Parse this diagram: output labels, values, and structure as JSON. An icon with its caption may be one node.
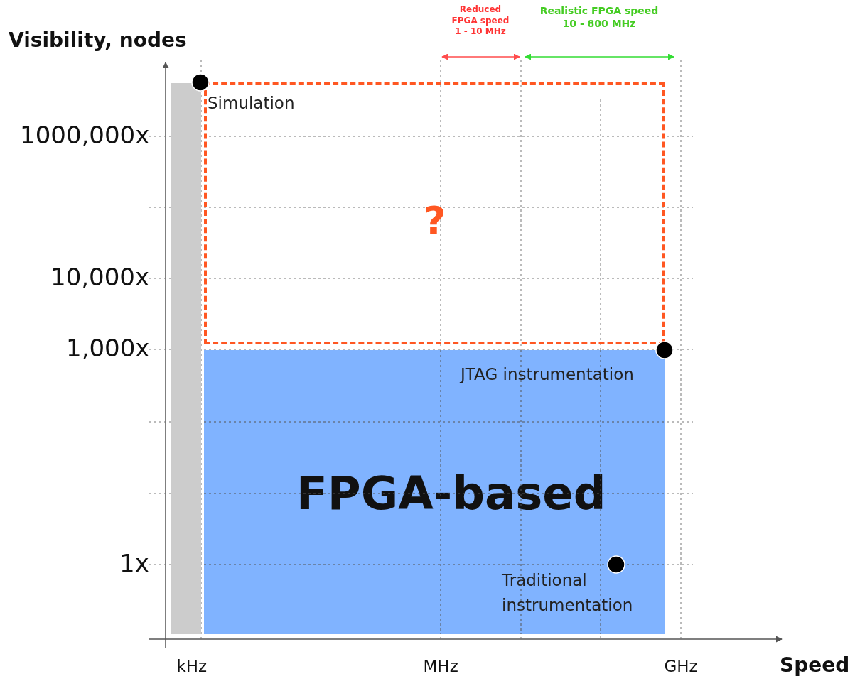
{
  "diagram": {
    "nodes": [
      {
        "text": [],
        "shape": "bar"
      },
      {
        "text": [
          "?"
        ]
      },
      {
        "text": [
          "Simulation"
        ],
        "in": 1
      },
      {
        "text": [
          "FPGA-based"
        ]
      },
      {
        "text": [
          "JTAG instrumentation"
        ],
        "in": 3
      },
      {
        "text": [
          "Traditional instrumentation"
        ],
        "in": 3
      }
    ],
    "labels": [
      "Reduced FPGA speed 1 - 10 MHz",
      "Realistic FPGA speed 10 - 800 MHz",
      "Visibility, nodes",
      "1000,000x",
      "10,000x",
      "1,000x",
      "1x",
      "kHz",
      "MHz",
      "GHz",
      "Speed"
    ]
  }
}
